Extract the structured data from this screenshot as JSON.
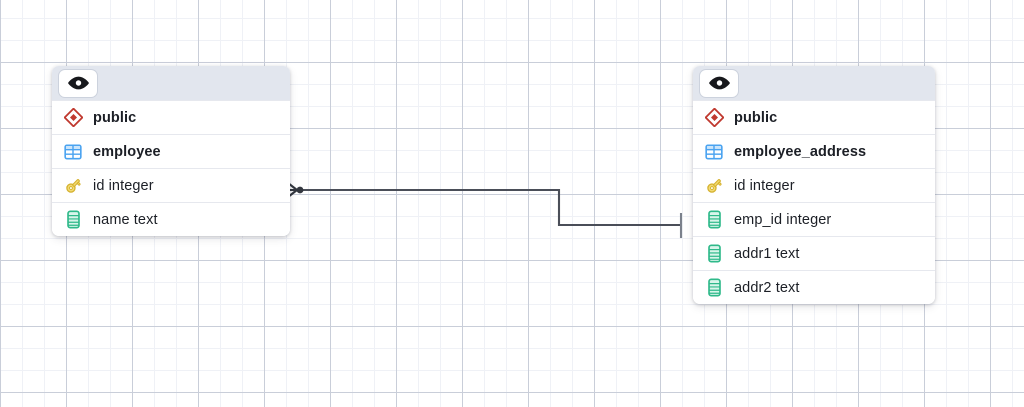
{
  "canvas": {
    "background_color": "#ffffff",
    "grid_minor_color": "#eff1f6",
    "grid_major_color": "#c9ced9",
    "grid_minor_size": 22,
    "grid_major_size": 66
  },
  "palette": {
    "header_bg": "#e2e6ee",
    "schema_icon_color": "#c0392f",
    "table_icon_color": "#4aa3f0",
    "key_icon_color": "#e8c542",
    "column_icon_color": "#2fb98a",
    "row_divider": "#e6e8ee",
    "text_color": "#1c1f26",
    "connector_color": "#4a4e58"
  },
  "tables": [
    {
      "id": "employee",
      "visibility_icon": "eye-icon",
      "rows": [
        {
          "icon": "schema-diamond-icon",
          "label": "public",
          "bold": true
        },
        {
          "icon": "table-grid-icon",
          "label": "employee",
          "bold": true
        },
        {
          "icon": "primary-key-icon",
          "label": "id integer",
          "bold": false
        },
        {
          "icon": "column-icon",
          "label": "name text",
          "bold": false
        }
      ]
    },
    {
      "id": "employee_address",
      "visibility_icon": "eye-icon",
      "rows": [
        {
          "icon": "schema-diamond-icon",
          "label": "public",
          "bold": true
        },
        {
          "icon": "table-grid-icon",
          "label": "employee_address",
          "bold": true
        },
        {
          "icon": "primary-key-icon",
          "label": "id integer",
          "bold": false
        },
        {
          "icon": "column-icon",
          "label": "emp_id integer",
          "bold": false
        },
        {
          "icon": "column-icon",
          "label": "addr1 text",
          "bold": false
        },
        {
          "icon": "column-icon",
          "label": "addr2 text",
          "bold": false
        }
      ]
    }
  ],
  "relationship": {
    "from_table": "employee",
    "from_column": "id integer",
    "to_table": "employee_address",
    "to_column": "emp_id integer",
    "from_cardinality": "many",
    "to_cardinality": "one",
    "from_marker": "crowsfoot-many-marker",
    "to_marker": "single-tick-one-marker",
    "color": "#4a4e58"
  }
}
